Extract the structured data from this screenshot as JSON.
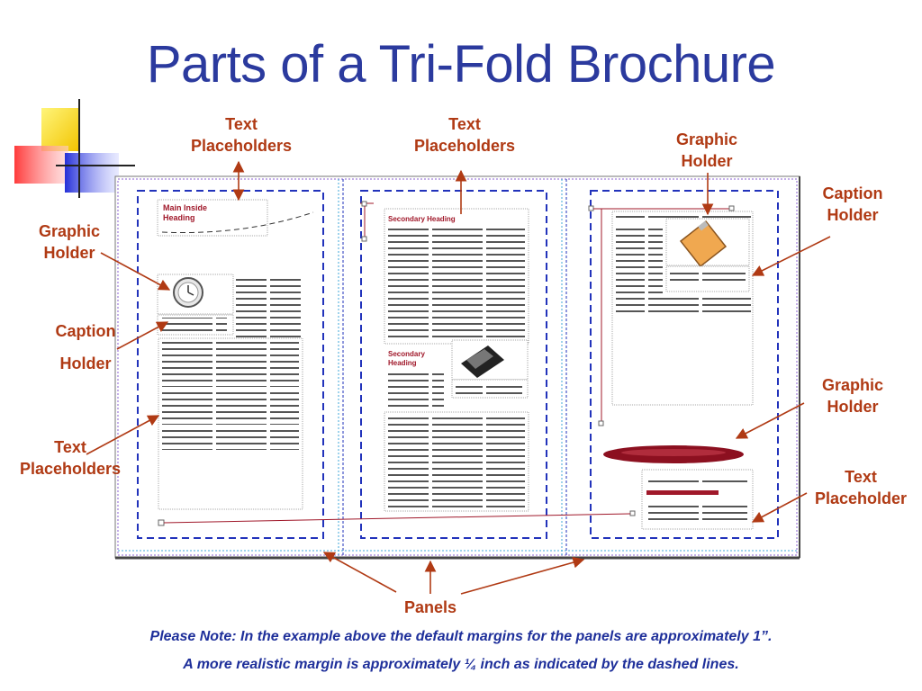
{
  "title": "Parts of a Tri-Fold Brochure",
  "labels": {
    "text_placeholders_top_left": [
      "Text",
      "Placeholders"
    ],
    "text_placeholders_top_mid": [
      "Text",
      "Placeholders"
    ],
    "graphic_holder_top_right": [
      "Graphic",
      "Holder"
    ],
    "caption_holder_right": [
      "Caption",
      "Holder"
    ],
    "graphic_holder_left": [
      "Graphic",
      "Holder"
    ],
    "caption_holder_left": [
      "Caption",
      "Holder"
    ],
    "text_placeholders_left": [
      "Text",
      "Placeholders"
    ],
    "graphic_holder_right": [
      "Graphic",
      "Holder"
    ],
    "text_placeholder_right": [
      "Text",
      "Placeholder"
    ],
    "panels": "Panels"
  },
  "brochure": {
    "main_heading": [
      "Main Inside",
      "Heading"
    ],
    "secondary_heading_1": "Secondary Heading",
    "secondary_heading_2": [
      "Secondary",
      "Heading"
    ]
  },
  "notes": {
    "line1": "Please Note:  In the example above the default margins for the panels are approximately 1”.",
    "line2": "A more realistic margin is approximately ¼ inch as indicated by the dashed lines."
  },
  "colors": {
    "title": "#2b3a9e",
    "label": "#b03a14",
    "arrow": "#b03a14",
    "note": "#1e2f9a",
    "panel_dash": "#2233bb",
    "heading_red": "#a0182a"
  }
}
